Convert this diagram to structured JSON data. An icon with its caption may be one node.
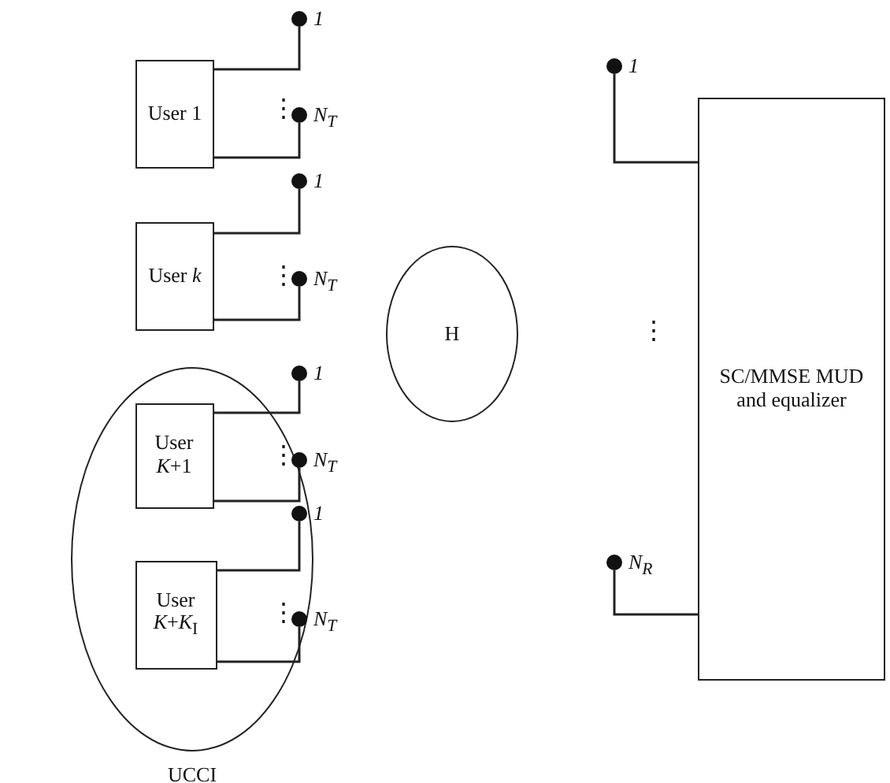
{
  "diagram": {
    "nodes": [
      {
        "text": [
          "User 1"
        ]
      },
      {
        "text": [],
        "shape": "circle",
        "beside": [
          "1"
        ]
      },
      {
        "text": [],
        "shape": "circle",
        "beside": [
          "N$_{T}$"
        ]
      },
      {
        "text": [
          "User *k*"
        ]
      },
      {
        "text": [],
        "shape": "circle",
        "beside": [
          "1"
        ]
      },
      {
        "text": [],
        "shape": "circle",
        "beside": [
          "N$_{T}$"
        ]
      },
      {
        "text": [
          "UCCI"
        ]
      },
      {
        "text": [
          "User *K*+1"
        ],
        "in": 6
      },
      {
        "text": [],
        "shape": "circle",
        "beside": [
          "1"
        ],
        "in": 6
      },
      {
        "text": [],
        "shape": "circle",
        "beside": [
          "N$_{T}$"
        ],
        "in": 6
      },
      {
        "text": [
          "User *K*+*K*$_{I}$"
        ],
        "in": 6
      },
      {
        "text": [],
        "shape": "circle",
        "beside": [
          "1"
        ],
        "in": 6
      },
      {
        "text": [],
        "shape": "circle",
        "beside": [
          "N$_{T}$"
        ],
        "in": 6
      },
      {
        "text": [
          "H"
        ]
      },
      {
        "text": [],
        "shape": "circle",
        "beside": [
          "1"
        ]
      },
      {
        "text": [],
        "shape": "circle",
        "beside": [
          "N$_{R}$"
        ]
      },
      {
        "text": [
          "SC/MMSE MUD and equalizer"
        ]
      }
    ],
    "edges": [
      {
        "from": 0,
        "to": 1,
        "arrow": "none"
      },
      {
        "from": 0,
        "to": 2,
        "arrow": "none"
      },
      {
        "from": 3,
        "to": 4,
        "arrow": "none"
      },
      {
        "from": 3,
        "to": 5,
        "arrow": "none"
      },
      {
        "from": 7,
        "to": 8,
        "arrow": "none"
      },
      {
        "from": 7,
        "to": 9,
        "arrow": "none"
      },
      {
        "from": 10,
        "to": 11,
        "arrow": "none"
      },
      {
        "from": 10,
        "to": 12,
        "arrow": "none"
      },
      {
        "from": 14,
        "to": 16,
        "arrow": "none"
      },
      {
        "from": 15,
        "to": 16,
        "arrow": "none"
      }
    ],
    "labels": [
      "⋮",
      "⋮",
      "⋮",
      "⋮",
      "⋮"
    ]
  }
}
